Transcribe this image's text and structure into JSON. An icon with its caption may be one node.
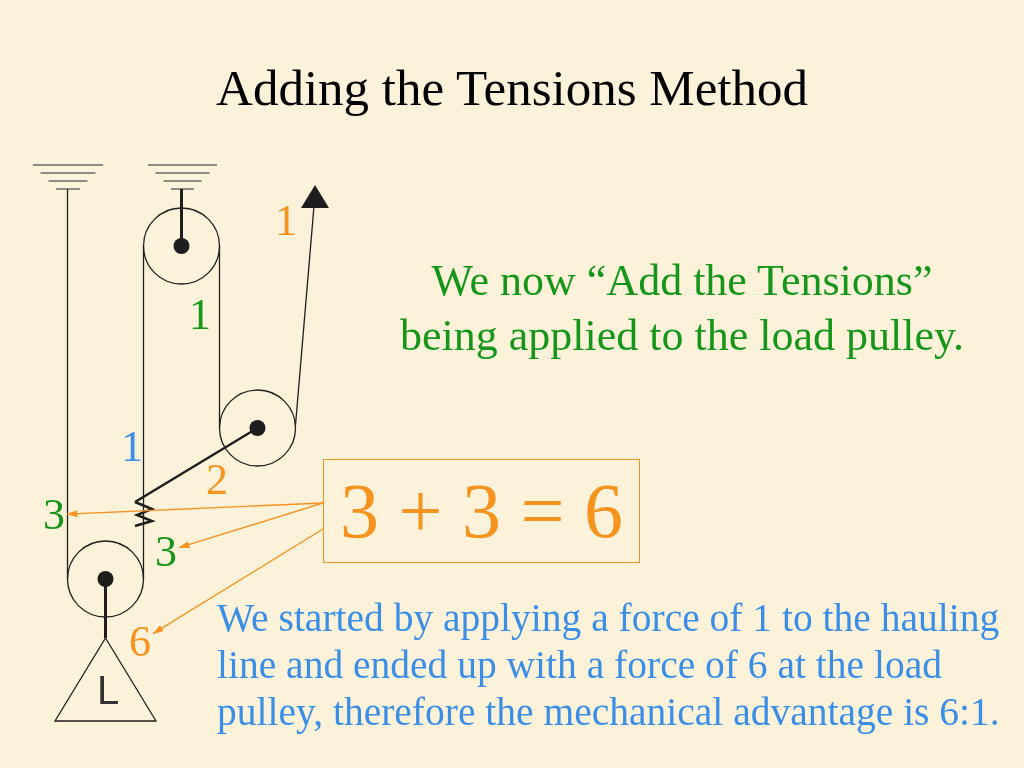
{
  "diagram": {
    "title": "Adding the Tensions Method",
    "nodes": [
      {
        "text": [
          "3 + 3 = 6"
        ]
      },
      {
        "text": [
          "3"
        ]
      },
      {
        "text": [
          "3"
        ]
      },
      {
        "text": [
          "6"
        ]
      }
    ],
    "edges": [
      {
        "from": 0,
        "to": 1,
        "arrow": "to"
      },
      {
        "from": 0,
        "to": 2,
        "arrow": "to"
      },
      {
        "from": 0,
        "to": 3,
        "arrow": "to"
      }
    ],
    "labels": [
      "1",
      "We now “Add the Tensions” being applied to the load pulley.",
      "1",
      "1",
      "2",
      "We started by applying a force of 1 to the hauling line and ended up with a force of 6 at the load pulley, therefore the mechanical advantage is 6:1.",
      "L"
    ]
  }
}
